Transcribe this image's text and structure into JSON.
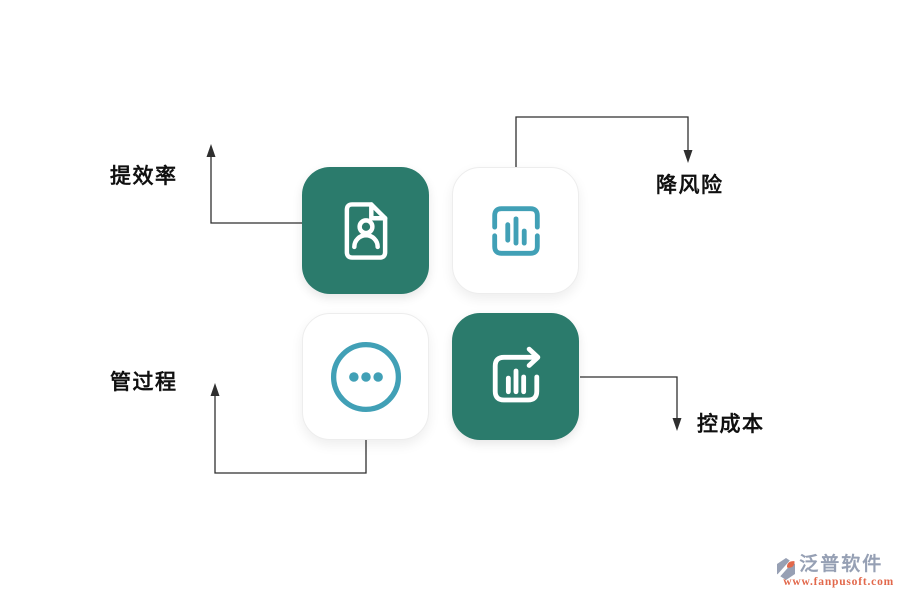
{
  "colors": {
    "teal": "#2b7b6c",
    "icon-blue": "#41a0b6",
    "line": "#2f2f2f",
    "text": "#101010",
    "logo-gray": "#96a0b4",
    "logo-orange": "#e2684b"
  },
  "diagram": {
    "labels": {
      "efficiency": "提效率",
      "risk": "降风险",
      "process": "管过程",
      "cost": "控成本"
    },
    "icons": {
      "tile1": "profile-document-icon",
      "tile2": "scan-bar-chart-icon",
      "tile3": "ellipsis-circle-icon",
      "tile4": "sync-bar-chart-icon"
    }
  },
  "watermark": {
    "brand": "泛普软件",
    "url": "www.fanpusoft.com"
  }
}
